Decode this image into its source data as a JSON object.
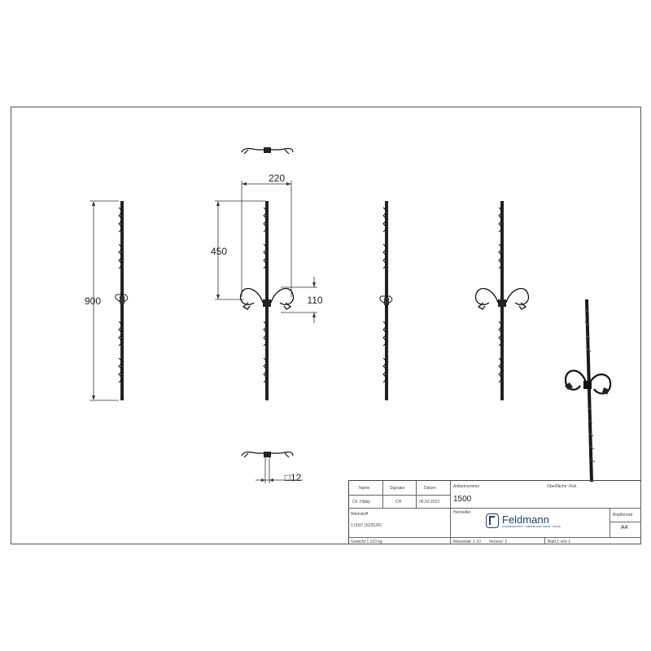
{
  "drawing": {
    "dimensions": {
      "total_height": "900",
      "ornament_width": "220",
      "ornament_height_from_top": "450",
      "ornament_height": "110",
      "bar_section": "12"
    },
    "section_symbol": "□"
  },
  "title_block": {
    "headers": {
      "name": "Name",
      "signature": "Signatur",
      "date": "Datum",
      "article_number": "Artikelnummer",
      "surface": "Oberfläche:"
    },
    "row": {
      "name": "Ch. Hälkp",
      "signature": "CH",
      "date": "06.03.2023",
      "surface_value": "Roh"
    },
    "article_value": "1500",
    "manufacturer_label": "Hersteller",
    "material_label": "Werkstoff",
    "material_value": "1.0037 (S235JR)",
    "weight": "Gewicht 1.210 kg",
    "scale": "Massstab: 1:10",
    "version": "Version: 1",
    "sheet": "Blatt 1 von 1",
    "format_label": "Blattformat",
    "format_value": "A4",
    "logo_name": "Feldmann",
    "logo_tagline": "SCHMIEDEKUNST · TREPPENGELÄNDER · ZÄUNE"
  }
}
